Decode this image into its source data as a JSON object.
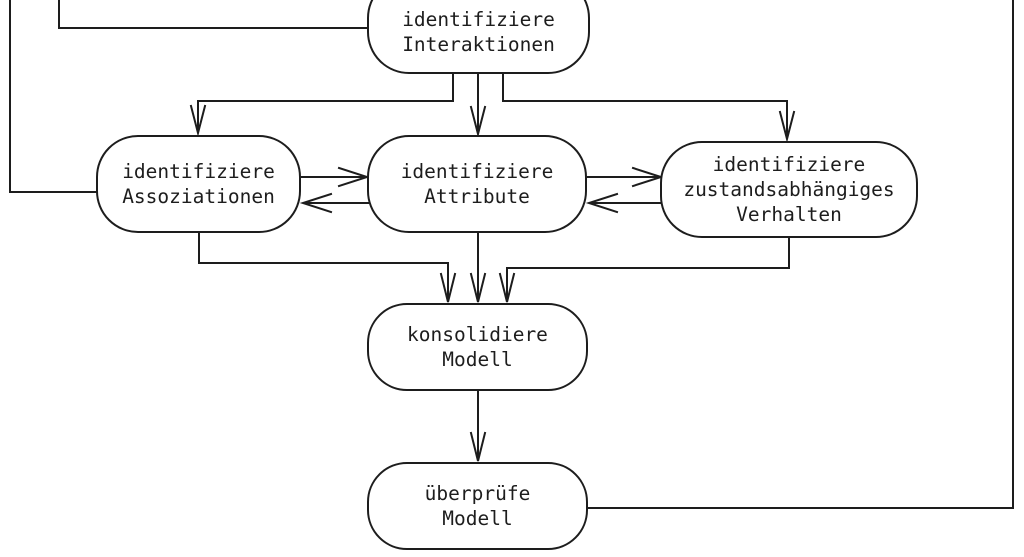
{
  "colors": {
    "background": "#ffffff",
    "line": "#1d1d1d",
    "node_fill": "#ffffff"
  },
  "nodes": {
    "interaktionen": {
      "label": "identifiziere\nInteraktionen"
    },
    "assoziationen": {
      "label": "identifiziere\nAssoziationen"
    },
    "attribute": {
      "label": "identifiziere\nAttribute"
    },
    "verhalten": {
      "label": "identifiziere\nzustandsabhängiges\nVerhalten"
    },
    "konsolidiere": {
      "label": "konsolidiere\nModell"
    },
    "ueberpruefe": {
      "label": "überprüfe\nModell"
    }
  },
  "edges": [
    {
      "from": "offscreen-top-left",
      "to": "identifiziere Interaktionen",
      "arrowhead": false
    },
    {
      "from": "offscreen-top-left",
      "to": "identifiziere Assoziationen",
      "arrowhead": false
    },
    {
      "from": "identifiziere Interaktionen",
      "to": "identifiziere Assoziationen",
      "arrowhead": true
    },
    {
      "from": "identifiziere Interaktionen",
      "to": "identifiziere Attribute",
      "arrowhead": true
    },
    {
      "from": "identifiziere Interaktionen",
      "to": "identifiziere zustandsabhängiges Verhalten",
      "arrowhead": true
    },
    {
      "from": "identifiziere Assoziationen",
      "to": "identifiziere Attribute",
      "arrowhead": true
    },
    {
      "from": "identifiziere Attribute",
      "to": "identifiziere Assoziationen",
      "arrowhead": true
    },
    {
      "from": "identifiziere Attribute",
      "to": "identifiziere zustandsabhängiges Verhalten",
      "arrowhead": true
    },
    {
      "from": "identifiziere zustandsabhängiges Verhalten",
      "to": "identifiziere Attribute",
      "arrowhead": true
    },
    {
      "from": "identifiziere Assoziationen",
      "to": "konsolidiere Modell",
      "arrowhead": true
    },
    {
      "from": "identifiziere Attribute",
      "to": "konsolidiere Modell",
      "arrowhead": true
    },
    {
      "from": "identifiziere zustandsabhängiges Verhalten",
      "to": "konsolidiere Modell",
      "arrowhead": true
    },
    {
      "from": "konsolidiere Modell",
      "to": "überprüfe Modell",
      "arrowhead": true
    },
    {
      "from": "überprüfe Modell",
      "to": "offscreen-top-right",
      "arrowhead": false
    }
  ]
}
